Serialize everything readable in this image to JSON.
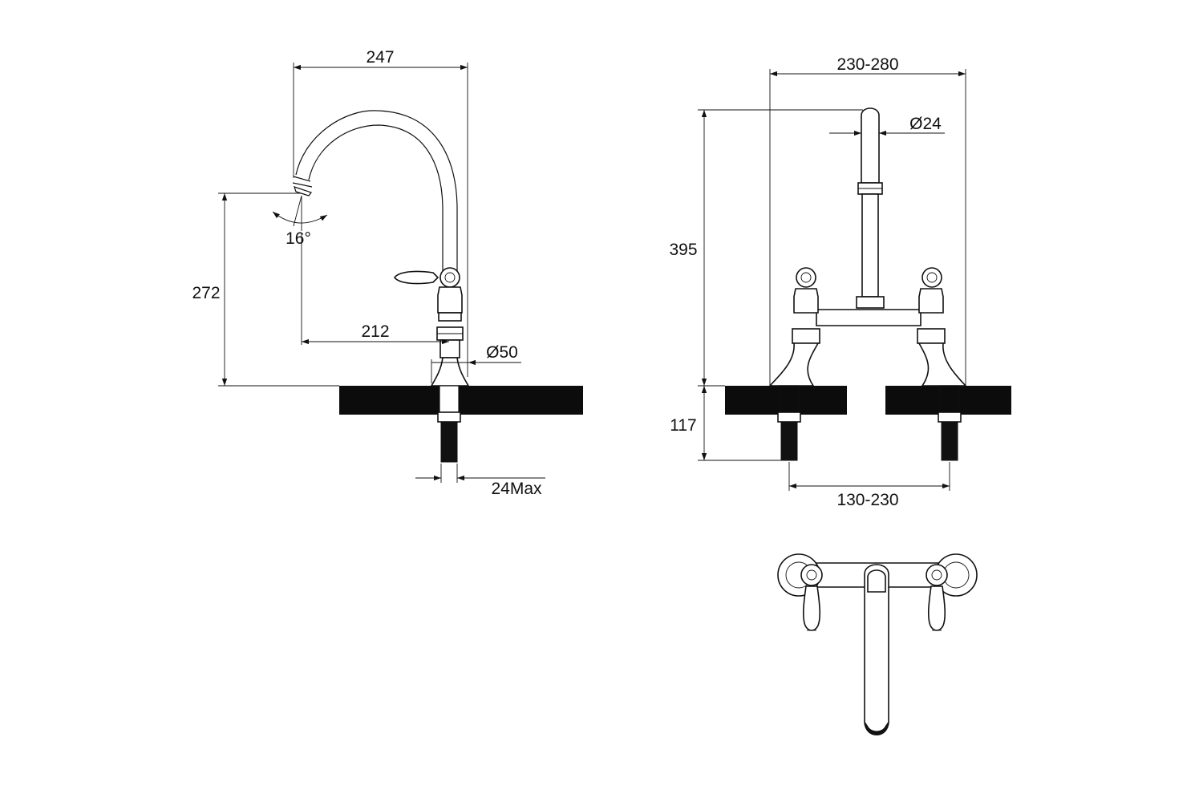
{
  "side_view": {
    "dim_width": "247",
    "dim_angle": "16°",
    "dim_height": "272",
    "dim_reach": "212",
    "dim_body_dia": "Ø50",
    "dim_thread": "24Max"
  },
  "front_view": {
    "dim_centres_top": "230-280",
    "dim_spout_dia": "Ø24",
    "dim_height": "395",
    "dim_below_deck": "117",
    "dim_hole_spacing": "130-230"
  },
  "colors": {
    "ink": "#111111",
    "deck": "#0c0c0c",
    "background": "#ffffff"
  }
}
